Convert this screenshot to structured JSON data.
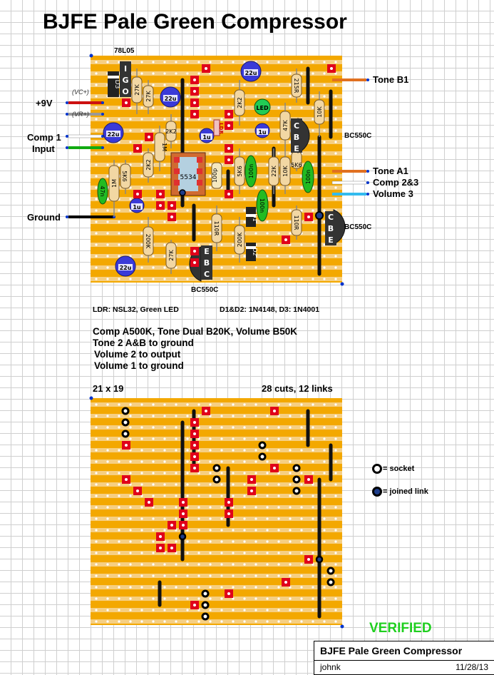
{
  "title": "BJFE Pale Green Compressor",
  "labels": {
    "reg": "78L05",
    "v9": "+9V",
    "vc": "(VC+)",
    "vr": "(VR+)",
    "comp1": "Comp 1",
    "input": "Input",
    "ground": "Ground",
    "toneB1": "Tone B1",
    "toneA1": "Tone A1",
    "comp23": "Comp 2&3",
    "vol3": "Volume 3",
    "bc1": "BC550C",
    "bc2": "BC550C",
    "bc3": "BC550C"
  },
  "notes": {
    "ldr": "LDR: NSL32, Green LED",
    "diodes": "D1&D2: 1N4148, D3: 1N4001",
    "pots": "Comp A500K, Tone Dual B20K, Volume B50K",
    "tone2": "Tone 2 A&B to ground",
    "vol2": "Volume 2 to output",
    "vol1": "Volume 1 to ground"
  },
  "board": {
    "size": "21 x 19",
    "cuts_links": "28 cuts, 12 links"
  },
  "legend": {
    "socket": "= socket",
    "joined": "= joined link"
  },
  "status": "VERIFIED",
  "titleblock": {
    "name": "BJFE  Pale Green Compressor",
    "author": "johnk",
    "date": "11/28/13"
  },
  "components": {
    "resistors": [
      "27K",
      "27K",
      "2K2",
      "47K",
      "10K",
      "215R",
      "2K2",
      "1M",
      "2K2",
      "5K6",
      "1M",
      "5K6",
      "22K",
      "10K",
      "5K6",
      "110R",
      "200K",
      "200K",
      "27K",
      "110R"
    ],
    "caps": [
      "22u",
      "22u",
      "22u",
      "1u",
      "1u",
      "1u",
      "22u",
      "100p",
      "100n",
      "100n",
      "100n",
      "47n"
    ],
    "ic": "5534",
    "led": "LED",
    "ldr": "LDR",
    "d1": "D1",
    "d2": "D2",
    "d3": "D3",
    "pins_reg": [
      "I",
      "G",
      "O"
    ],
    "pins_t1": [
      "C",
      "B",
      "E"
    ],
    "pins_t2": [
      "C",
      "B",
      "E"
    ],
    "pins_t3": [
      "E",
      "B",
      "C"
    ]
  },
  "colors": {
    "board": "#f7a900",
    "strip": "#f5ca7a",
    "cut": "#e0001a",
    "link": "#000000",
    "verified": "#1fcf1f"
  }
}
